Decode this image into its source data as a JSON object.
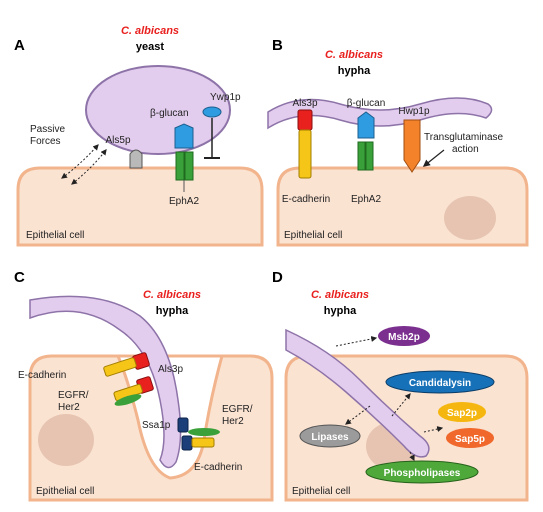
{
  "colors": {
    "cell_fill": "#fbe3d2",
    "cell_stroke": "#f2b48c",
    "fungus_fill": "#e3cdee",
    "fungus_stroke": "#8d73a8",
    "receptor_red": "#e8211f",
    "receptor_yellow": "#f5c518",
    "receptor_blue": "#2f9be0",
    "receptor_green": "#3aa13a",
    "receptor_orange": "#f4822a",
    "navy": "#1c3f7a",
    "msb2p": "#7b2f8e",
    "candidalysin": "#1671b8",
    "sap2p": "#f5b70f",
    "sap5p": "#f0682b",
    "lipases": "#9b9b9b",
    "phospholipases": "#4ea93a"
  },
  "panels": {
    "A": {
      "letter": "A",
      "species": "C. albicans",
      "morphology": "yeast",
      "labels": {
        "ywp1p": "Ywp1p",
        "beta_glucan": "β-glucan",
        "passive_forces_1": "Passive",
        "passive_forces_2": "Forces",
        "als5p": "Als5p",
        "epha2": "EphA2",
        "epithelial": "Epithelial cell"
      }
    },
    "B": {
      "letter": "B",
      "species": "C. albicans",
      "morphology": "hypha",
      "labels": {
        "als3p": "Als3p",
        "beta_glucan": "β-glucan",
        "hwp1p": "Hwp1p",
        "transglut_1": "Transglutaminase",
        "transglut_2": "action",
        "ecadherin": "E-cadherin",
        "epha2": "EphA2",
        "epithelial": "Epithelial cell"
      }
    },
    "C": {
      "letter": "C",
      "species": "C. albicans",
      "morphology": "hypha",
      "labels": {
        "ecadherin_left": "E-cadherin",
        "als3p": "Als3p",
        "egfr_left_1": "EGFR/",
        "egfr_left_2": "Her2",
        "egfr_right_1": "EGFR/",
        "egfr_right_2": "Her2",
        "ssa1p": "Ssa1p",
        "ecadherin_right": "E-cadherin",
        "epithelial": "Epithelial cell"
      }
    },
    "D": {
      "letter": "D",
      "species": "C. albicans",
      "morphology": "hypha",
      "labels": {
        "msb2p": "Msb2p",
        "candidalysin": "Candidalysin",
        "sap2p": "Sap2p",
        "sap5p": "Sap5p",
        "lipases": "Lipases",
        "phospholipases": "Phospholipases",
        "epithelial": "Epithelial cell"
      }
    }
  }
}
